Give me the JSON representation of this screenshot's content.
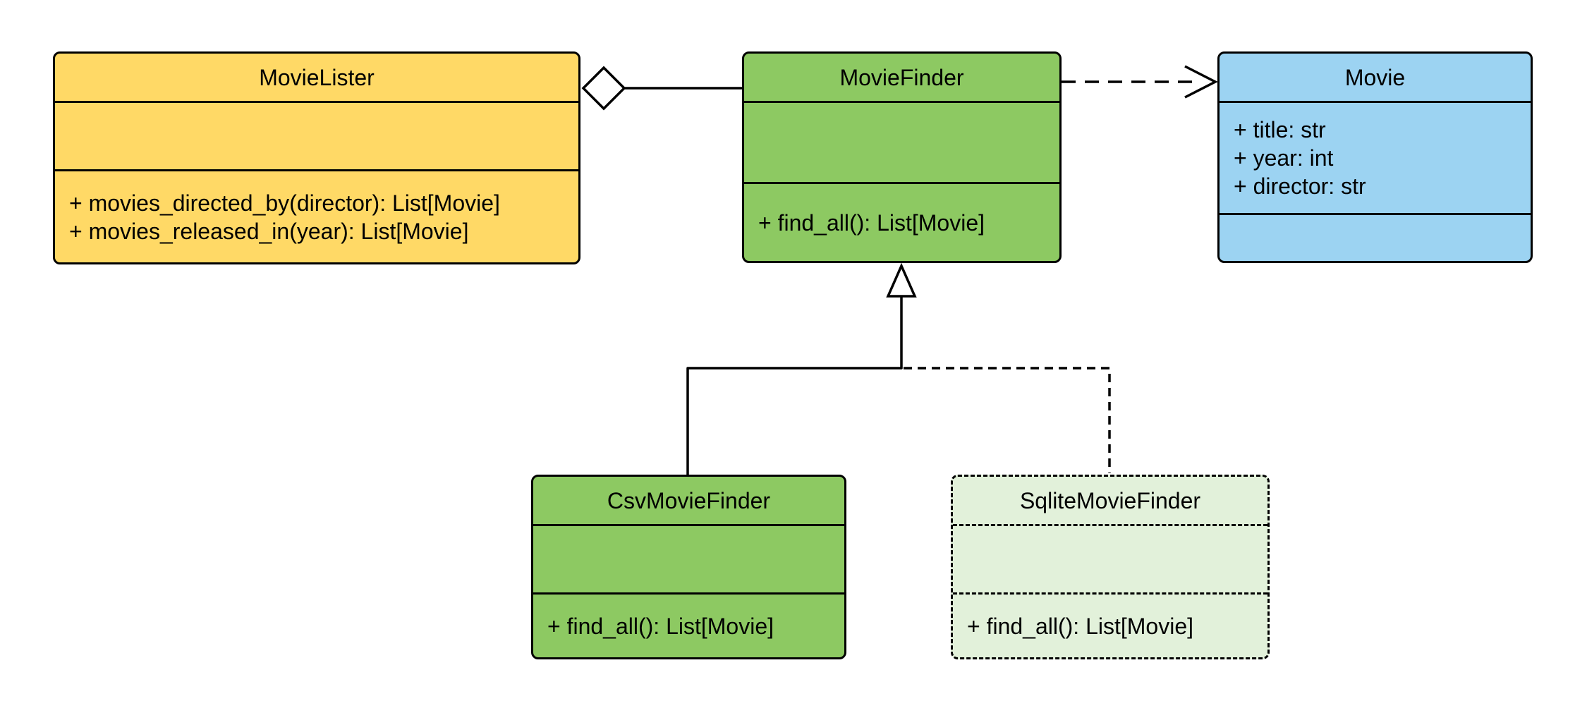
{
  "diagram": {
    "kind": "uml-class-diagram",
    "background": "#ffffff",
    "stroke_color": "#000000",
    "classes": [
      {
        "id": "movie-lister",
        "name": "MovieLister",
        "fill": "#FFD966",
        "border_style": "solid",
        "attributes": [],
        "methods": [
          "+ movies_directed_by(director): List[Movie]",
          "+ movies_released_in(year): List[Movie]"
        ]
      },
      {
        "id": "movie-finder",
        "name": "MovieFinder",
        "fill": "#8DC962",
        "border_style": "solid",
        "attributes": [],
        "methods": [
          "+ find_all(): List[Movie]"
        ]
      },
      {
        "id": "movie",
        "name": "Movie",
        "fill": "#9CD3F2",
        "border_style": "solid",
        "attributes": [
          "+ title: str",
          "+ year: int",
          "+ director: str"
        ],
        "methods": []
      },
      {
        "id": "csv-movie-finder",
        "name": "CsvMovieFinder",
        "fill": "#8DC962",
        "border_style": "solid",
        "attributes": [],
        "methods": [
          "+ find_all(): List[Movie]"
        ]
      },
      {
        "id": "sqlite-movie-finder",
        "name": "SqliteMovieFinder",
        "fill": "#E2F1DA",
        "border_style": "dashed",
        "attributes": [],
        "methods": [
          "+ find_all(): List[Movie]"
        ]
      }
    ],
    "relationships": [
      {
        "from": "MovieLister",
        "to": "MovieFinder",
        "type": "aggregation",
        "line": "solid",
        "marker": "hollow-diamond-at-whole"
      },
      {
        "from": "MovieFinder",
        "to": "Movie",
        "type": "dependency",
        "line": "dashed",
        "marker": "open-arrow"
      },
      {
        "from": "CsvMovieFinder",
        "to": "MovieFinder",
        "type": "generalization",
        "line": "solid",
        "marker": "hollow-triangle"
      },
      {
        "from": "SqliteMovieFinder",
        "to": "MovieFinder",
        "type": "generalization",
        "line": "dashed",
        "marker": "hollow-triangle"
      }
    ],
    "colors": {
      "yellow": "#FFD966",
      "green": "#8DC962",
      "pale_green": "#E2F1DA",
      "blue": "#9CD3F2",
      "stroke": "#000000",
      "marker_fill": "#FFFFFF"
    }
  }
}
